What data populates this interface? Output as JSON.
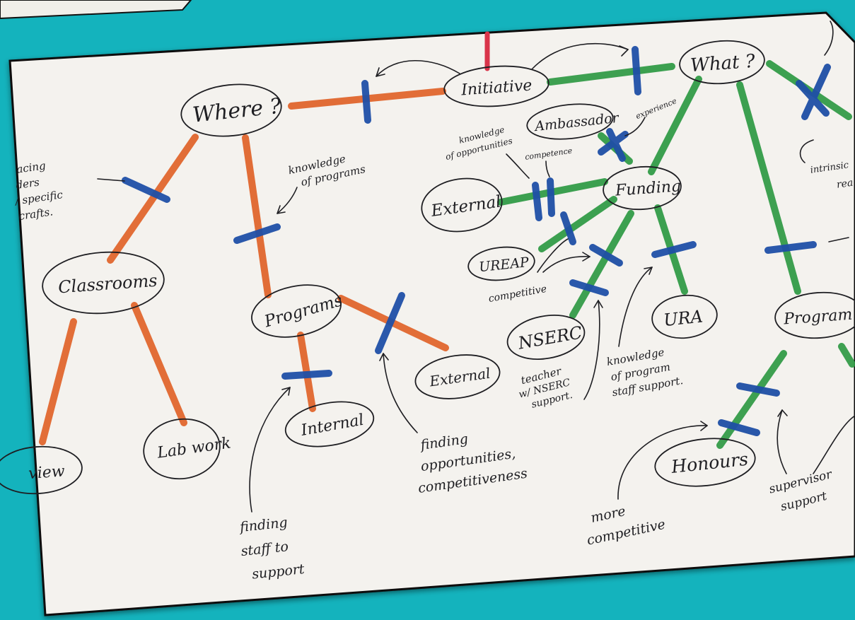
{
  "colors": {
    "background": "#14b3bd",
    "paper": "#f4f2ee",
    "orange_edge": "#e0642a",
    "green_edge": "#2f9a45",
    "blue_mark": "#1f4fa6",
    "red_edge": "#d9344a",
    "ink": "#1e1e22"
  },
  "nodes": {
    "initiative": "Initiative",
    "where": "Where ?",
    "what": "What ?",
    "ambassador": "Ambassador",
    "funding": "Funding",
    "external_left": "External",
    "ureap": "UREAP",
    "nserc": "NSERC",
    "ura": "URA",
    "program_right": "Program",
    "honours": "Honours",
    "classrooms": "Classrooms",
    "programs": "Programs",
    "external_mid": "External",
    "internal": "Internal",
    "lab_work": "Lab work",
    "review": "view"
  },
  "notes": {
    "left_margin": [
      "acing",
      "ders",
      "/ specific",
      "crafts."
    ],
    "knowledge_programs": [
      "knowledge",
      "of programs"
    ],
    "knowledge_opportunities": [
      "knowledge",
      "of opportunities"
    ],
    "competence": "competence",
    "experience": "experience",
    "competitive_ureap": "competitive",
    "teacher_nserc": [
      "teacher",
      "w/ NSERC",
      "support."
    ],
    "knowledge_program_staff": [
      "knowledge",
      "of program",
      "staff support."
    ],
    "finding_opportunities": [
      "finding",
      "opportunities,",
      "competitiveness"
    ],
    "finding_staff": [
      "finding",
      "staff to",
      "support"
    ],
    "more_competitive": [
      "more",
      "competitive"
    ],
    "supervisor_support": [
      "supervisor",
      "support"
    ],
    "right_edge_1": [
      "intrinsic",
      "rea"
    ]
  }
}
